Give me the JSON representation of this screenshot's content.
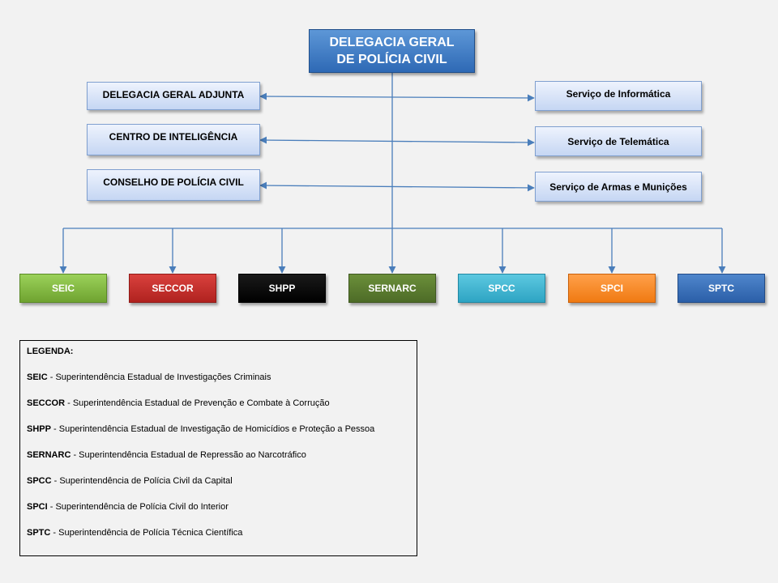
{
  "root": {
    "line1": "DELEGACIA GERAL",
    "line2": "DE POLÍCIA CIVIL"
  },
  "left_boxes": [
    {
      "label": "DELEGACIA GERAL ADJUNTA"
    },
    {
      "label": "CENTRO DE INTELIGÊNCIA"
    },
    {
      "label": "CONSELHO DE POLÍCIA CIVIL"
    }
  ],
  "right_boxes": [
    {
      "label": "Serviço de Informática"
    },
    {
      "label": "Serviço de Telemática"
    },
    {
      "label": "Serviço de Armas e Munições"
    }
  ],
  "units": [
    {
      "label": "SEIC",
      "color_top": "#9bd15a",
      "color_bottom": "#6fa330",
      "border": "#5a8a25"
    },
    {
      "label": "SECCOR",
      "color_top": "#d9413d",
      "color_bottom": "#b0221f",
      "border": "#8f1a17"
    },
    {
      "label": "SHPP",
      "color_top": "#1a1a1a",
      "color_bottom": "#000000",
      "border": "#000000"
    },
    {
      "label": "SERNARC",
      "color_top": "#6b8f3a",
      "color_bottom": "#4d6b27",
      "border": "#3f5820"
    },
    {
      "label": "SPCC",
      "color_top": "#5cc8e0",
      "color_bottom": "#2ea4c3",
      "border": "#2088a3"
    },
    {
      "label": "SPCI",
      "color_top": "#ffa04a",
      "color_bottom": "#f07a12",
      "border": "#c9600a"
    },
    {
      "label": "SPTC",
      "color_top": "#4f86cc",
      "color_bottom": "#2b5fa8",
      "border": "#214b87"
    }
  ],
  "legend": {
    "title": "LEGENDA:",
    "entries": [
      {
        "abbr": "SEIC",
        "desc": " - Superintendência Estadual de Investigações Criminais"
      },
      {
        "abbr": "SECCOR",
        "desc": " - Superintendência Estadual de Prevenção e Combate à Corrução"
      },
      {
        "abbr": "SHPP",
        "desc": " - Superintendência Estadual de Investigação de Homicídios e Proteção a Pessoa"
      },
      {
        "abbr": "SERNARC",
        "desc": " - Superintendência Estadual de Repressão ao Narcotráfico"
      },
      {
        "abbr": "SPCC",
        "desc": " - Superintendência de Polícia Civil da Capital"
      },
      {
        "abbr": "SPCI",
        "desc": " - Superintendência de Polícia Civil do Interior"
      },
      {
        "abbr": "SPTC",
        "desc": " - Superintendência de Polícia Técnica Científica"
      }
    ]
  },
  "colors": {
    "connector": "#4a7ebb",
    "background": "#f2f2f2"
  }
}
